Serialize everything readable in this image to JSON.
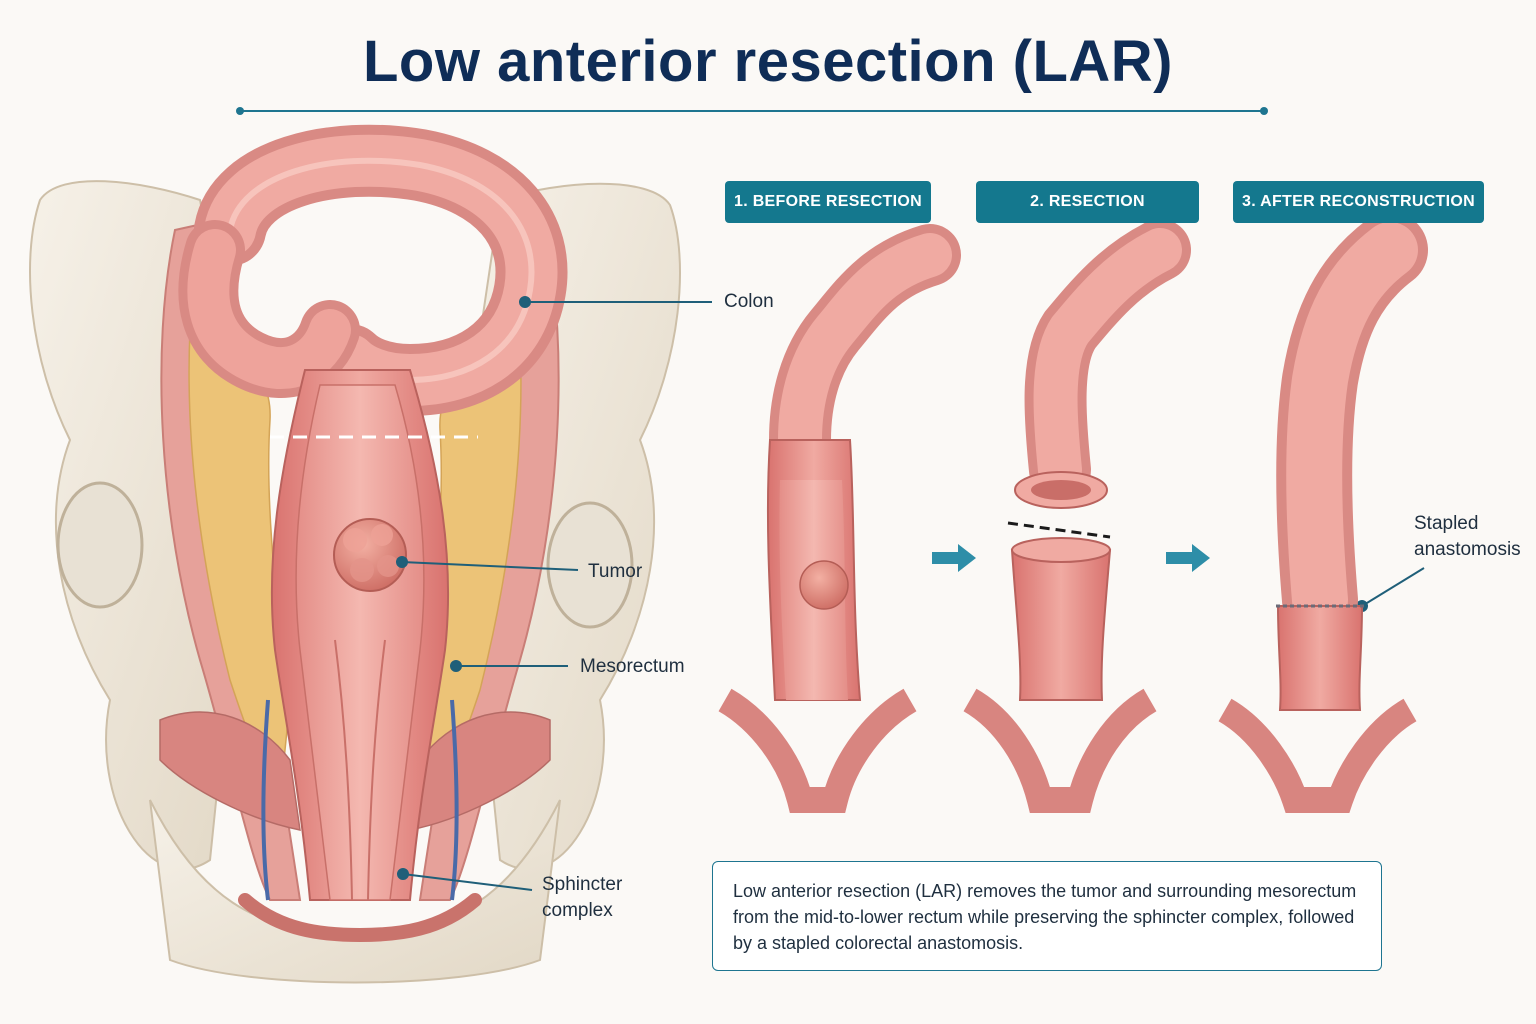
{
  "title": "Low anterior resection (LAR)",
  "labels": {
    "colon": "Colon",
    "tumor": "Tumor",
    "mesorectum": "Mesorectum",
    "sphincter_line1": "Sphincter",
    "sphincter_line2": "complex",
    "stapled_line1": "Stapled",
    "stapled_line2": "anastomosis"
  },
  "steps": [
    {
      "label": "1. BEFORE RESECTION"
    },
    {
      "label": "2. RESECTION"
    },
    {
      "label": "3. AFTER RECONSTRUCTION"
    }
  ],
  "description": "Low anterior resection (LAR) removes the tumor and surrounding mesorectum from the mid-to-lower rectum while preserving the sphincter complex, followed by a stapled colorectal anastomosis.",
  "colors": {
    "title": "#0f2d57",
    "accent": "#14788e",
    "tissue": "#e89a94",
    "fat": "#ecc377",
    "bone": "#efe8dc"
  }
}
